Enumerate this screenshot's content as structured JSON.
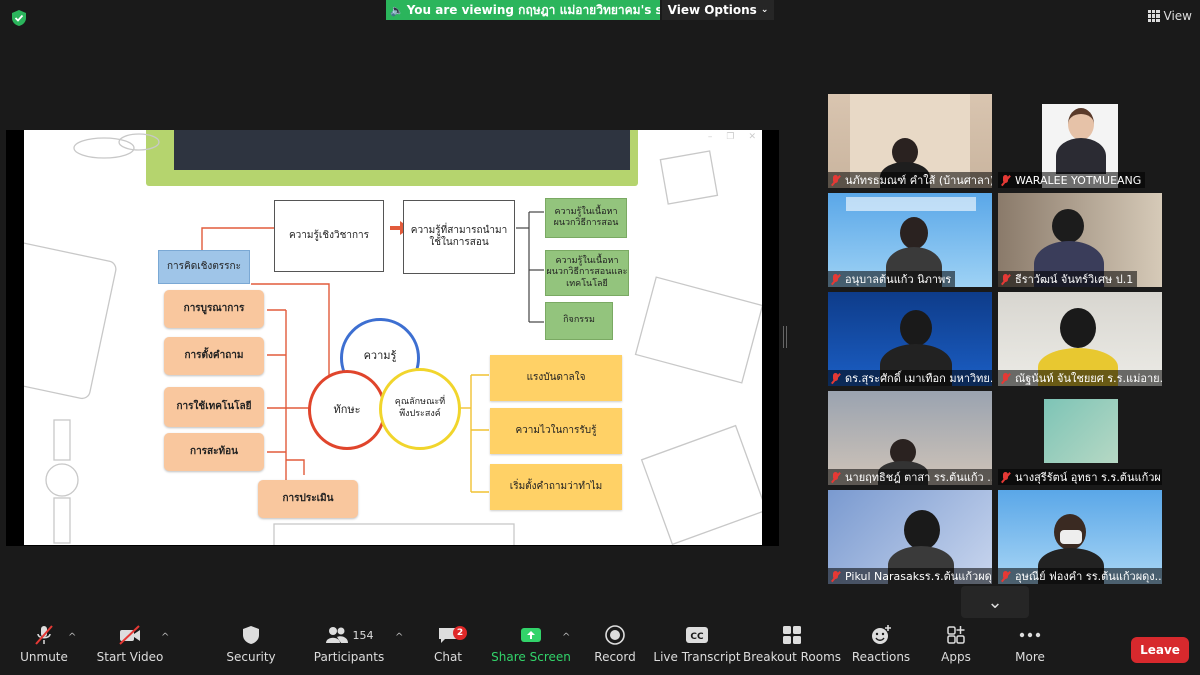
{
  "banner": {
    "viewing_text": "You are viewing กฤษฎา แม่อายวิทยาคม's screen",
    "view_options": "View Options",
    "view": "View"
  },
  "slide": {
    "academic": "ความรู้เชิงวิชาการ",
    "applicable": "ความรู้ที่สามารถนำมาใช้ในการสอน",
    "g1": "ความรู้ในเนื้อหาผนวกวิธีการสอน",
    "g2": "ความรู้ในเนื้อหาผนวกวิธีการสอนและเทคโนโลยี",
    "g3": "กิจกรรม",
    "critical": "การคิดเชิงตรรกะ",
    "o1": "การบูรณาการ",
    "o2": "การตั้งคำถาม",
    "o3": "การใช้เทคโนโลยี",
    "o4": "การสะท้อน",
    "o5": "การประเมิน",
    "c_knowledge": "ความรู้",
    "c_skill": "ทักษะ",
    "c_attr": "คุณลักษณะที่พึงประสงค์",
    "y1": "แรงบันดาลใจ",
    "y2": "ความไวในการรับรู้",
    "y3": "เริ่มตั้งคำถามว่าทำไม"
  },
  "participants": [
    {
      "name": "นภัทรธมณฑ์ คำใส้ (บ้านศาลา)"
    },
    {
      "name": "WARALEE YOTMUEANG"
    },
    {
      "name": "อนุบาลต้นแก้ว นิภาพร"
    },
    {
      "name": "ธีราวัฒน์ จันทร์วิเศษ ป.1"
    },
    {
      "name": "ดร.สุระศักดิ์ เมาเทือก มหาวิทย..."
    },
    {
      "name": "ณัฐนันท์ จันใชยยศ ร.ร.แม่อาย..."
    },
    {
      "name": "นายฤทธิชฎ์ ตาสา รร.ต้นแก้ว ..."
    },
    {
      "name": "นางสุรีรัตน์ อุทธา ร.ร.ต้นแก้วผ..."
    },
    {
      "name": "Pikul Narasaksร.ร.ต้นแก้วผดุ..."
    },
    {
      "name": "อุษณีย์ ฟองคำ รร.ต้นแก้วผดุง..."
    }
  ],
  "toolbar": {
    "unmute": "Unmute",
    "start_video": "Start Video",
    "security": "Security",
    "participants": "Participants",
    "participants_count": "154",
    "chat": "Chat",
    "chat_badge": "2",
    "share_screen": "Share Screen",
    "record": "Record",
    "live_transcript": "Live Transcript",
    "breakout_rooms": "Breakout Rooms",
    "reactions": "Reactions",
    "apps": "Apps",
    "more": "More",
    "leave": "Leave"
  },
  "colors": {
    "banner_green": "#2bb55c",
    "leave_red": "#d7292d",
    "share_green": "#32d36a"
  }
}
